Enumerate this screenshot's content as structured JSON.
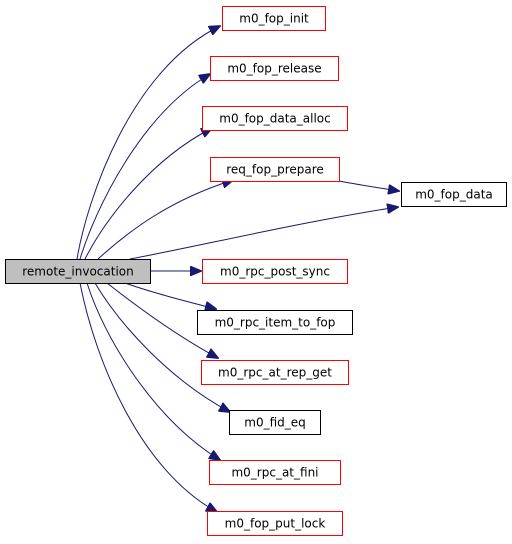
{
  "graph": {
    "type": "call-graph",
    "direction": "left-to-right",
    "root": "remote_invocation",
    "colors": {
      "edge": "#191970",
      "border_documented": "#ff0000",
      "border_undocumented": "#000000",
      "root_fill": "#bfbfbf",
      "node_fill": "#ffffff"
    },
    "nodes": [
      {
        "id": "remote_invocation",
        "label": "remote_invocation",
        "style": "root"
      },
      {
        "id": "m0_fop_init",
        "label": "m0_fop_init",
        "style": "red"
      },
      {
        "id": "m0_fop_release",
        "label": "m0_fop_release",
        "style": "red"
      },
      {
        "id": "m0_fop_data_alloc",
        "label": "m0_fop_data_alloc",
        "style": "red"
      },
      {
        "id": "req_fop_prepare",
        "label": "req_fop_prepare",
        "style": "red"
      },
      {
        "id": "m0_fop_data",
        "label": "m0_fop_data",
        "style": "black"
      },
      {
        "id": "m0_rpc_post_sync",
        "label": "m0_rpc_post_sync",
        "style": "red"
      },
      {
        "id": "m0_rpc_item_to_fop",
        "label": "m0_rpc_item_to_fop",
        "style": "black"
      },
      {
        "id": "m0_rpc_at_rep_get",
        "label": "m0_rpc_at_rep_get",
        "style": "red"
      },
      {
        "id": "m0_fid_eq",
        "label": "m0_fid_eq",
        "style": "black"
      },
      {
        "id": "m0_rpc_at_fini",
        "label": "m0_rpc_at_fini",
        "style": "red"
      },
      {
        "id": "m0_fop_put_lock",
        "label": "m0_fop_put_lock",
        "style": "red"
      }
    ],
    "edges": [
      {
        "from": "remote_invocation",
        "to": "m0_fop_init"
      },
      {
        "from": "remote_invocation",
        "to": "m0_fop_release"
      },
      {
        "from": "remote_invocation",
        "to": "m0_fop_data_alloc"
      },
      {
        "from": "remote_invocation",
        "to": "req_fop_prepare"
      },
      {
        "from": "remote_invocation",
        "to": "m0_fop_data"
      },
      {
        "from": "remote_invocation",
        "to": "m0_rpc_post_sync"
      },
      {
        "from": "remote_invocation",
        "to": "m0_rpc_item_to_fop"
      },
      {
        "from": "remote_invocation",
        "to": "m0_rpc_at_rep_get"
      },
      {
        "from": "remote_invocation",
        "to": "m0_fid_eq"
      },
      {
        "from": "remote_invocation",
        "to": "m0_rpc_at_fini"
      },
      {
        "from": "remote_invocation",
        "to": "m0_fop_put_lock"
      },
      {
        "from": "req_fop_prepare",
        "to": "m0_fop_data"
      }
    ]
  }
}
